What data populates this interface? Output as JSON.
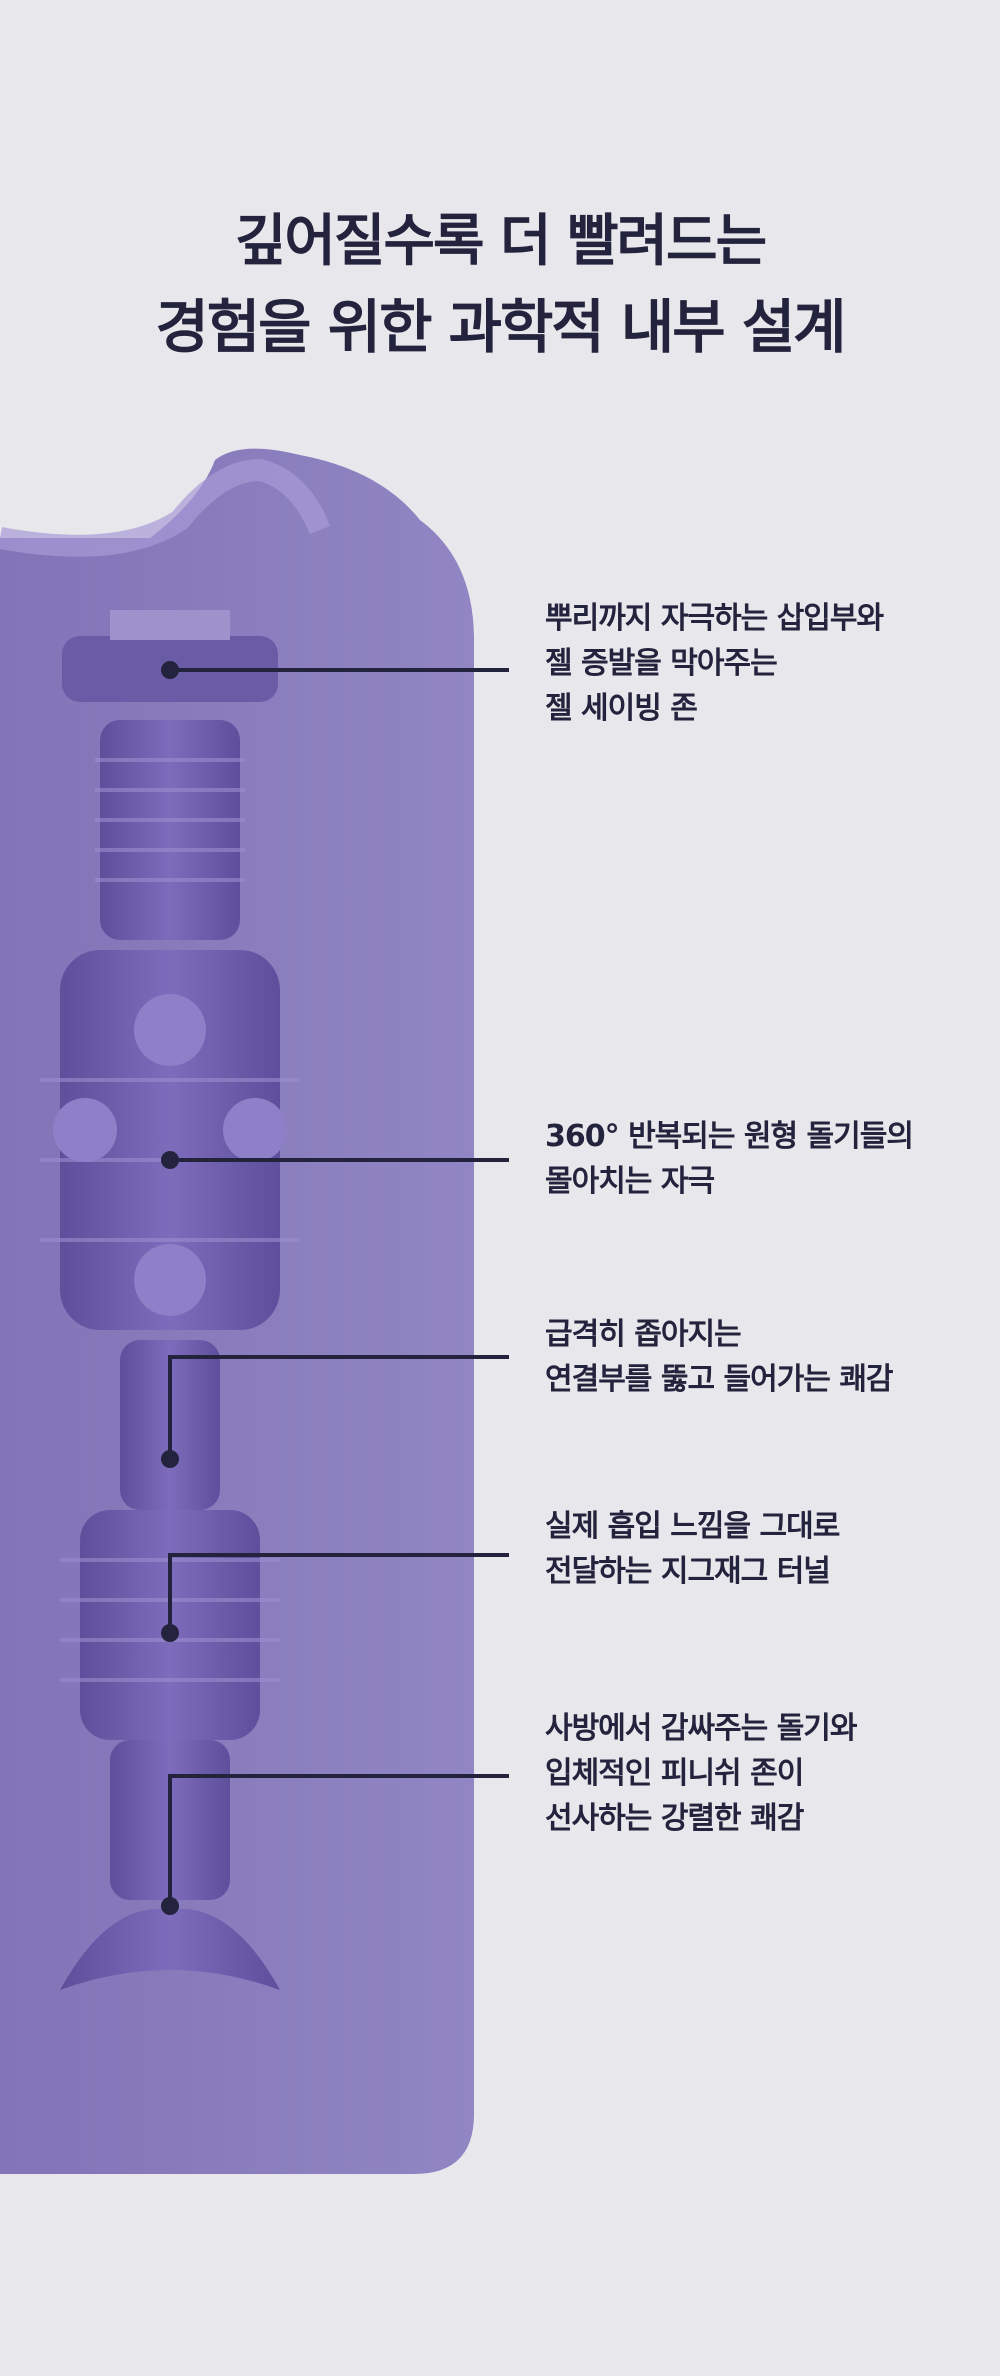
{
  "title": {
    "line1": "깊어질수록 더 빨려드는",
    "line2": "경험을 위한 과학적 내부 설계"
  },
  "annotations": [
    {
      "lines": [
        "뿌리까지 자극하는 삽입부와",
        "젤 증발을 막아주는",
        "젤 세이빙 존"
      ]
    },
    {
      "lines": [
        "360° 반복되는 원형 돌기들의",
        "몰아치는 자극"
      ]
    },
    {
      "lines": [
        "급격히 좁아지는",
        "연결부를 뚫고 들어가는 쾌감"
      ]
    },
    {
      "lines": [
        "실제 흡입 느낌을 그대로",
        "전달하는 지그재그 터널"
      ]
    },
    {
      "lines": [
        "사방에서 감싸주는 돌기와",
        "입체적인 피니쉬 존이",
        "선사하는 강렬한 쾌감"
      ]
    }
  ],
  "colors": {
    "background": "#e8e8ec",
    "panel": "#8a7fbd",
    "channel": "#6b5ca8",
    "text": "#24233d"
  }
}
